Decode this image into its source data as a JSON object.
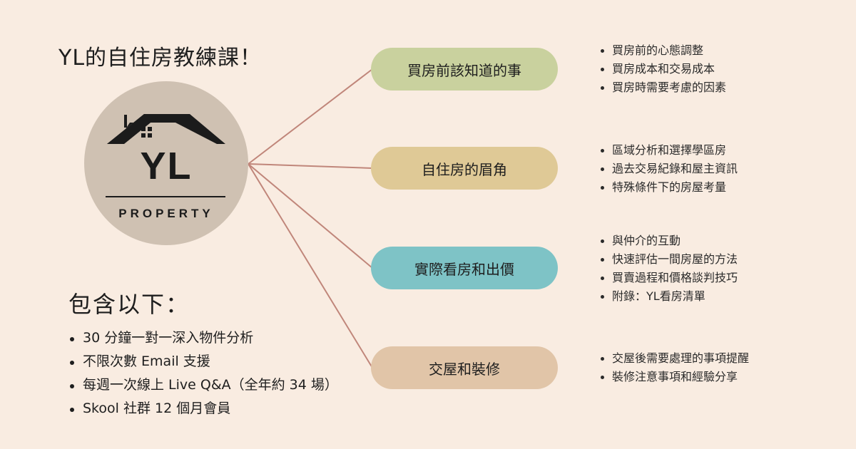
{
  "title": "YL的自住房教練課！",
  "logo": {
    "letters": "YL",
    "subtitle": "PROPERTY",
    "icon": "house-roof-icon"
  },
  "topics": [
    {
      "label": "買房前該知道的事",
      "color": "#c9d19e",
      "points": [
        "買房前的心態調整",
        "買房成本和交易成本",
        "買房時需要考慮的因素"
      ]
    },
    {
      "label": "自住房的眉角",
      "color": "#dfc996",
      "points": [
        "區域分析和選擇學區房",
        "過去交易紀錄和屋主資訊",
        "特殊條件下的房屋考量"
      ]
    },
    {
      "label": "實際看房和出價",
      "color": "#7ec3c6",
      "points": [
        "與仲介的互動",
        "快速評估一間房屋的方法",
        "買賣過程和價格談判技巧",
        "附錄：YL看房清單"
      ]
    },
    {
      "label": "交屋和裝修",
      "color": "#e1c5a8",
      "points": [
        "交屋後需要處理的事項提醒",
        "裝修注意事項和經驗分享"
      ]
    }
  ],
  "connector_color": "#c0867a",
  "includes": {
    "heading": "包含以下：",
    "items": [
      " 30 分鐘一對一深入物件分析",
      "不限次數 Email 支援",
      "每週一次線上 Live Q&A（全年約 34 場）",
      "Skool 社群 12 個月會員"
    ]
  }
}
